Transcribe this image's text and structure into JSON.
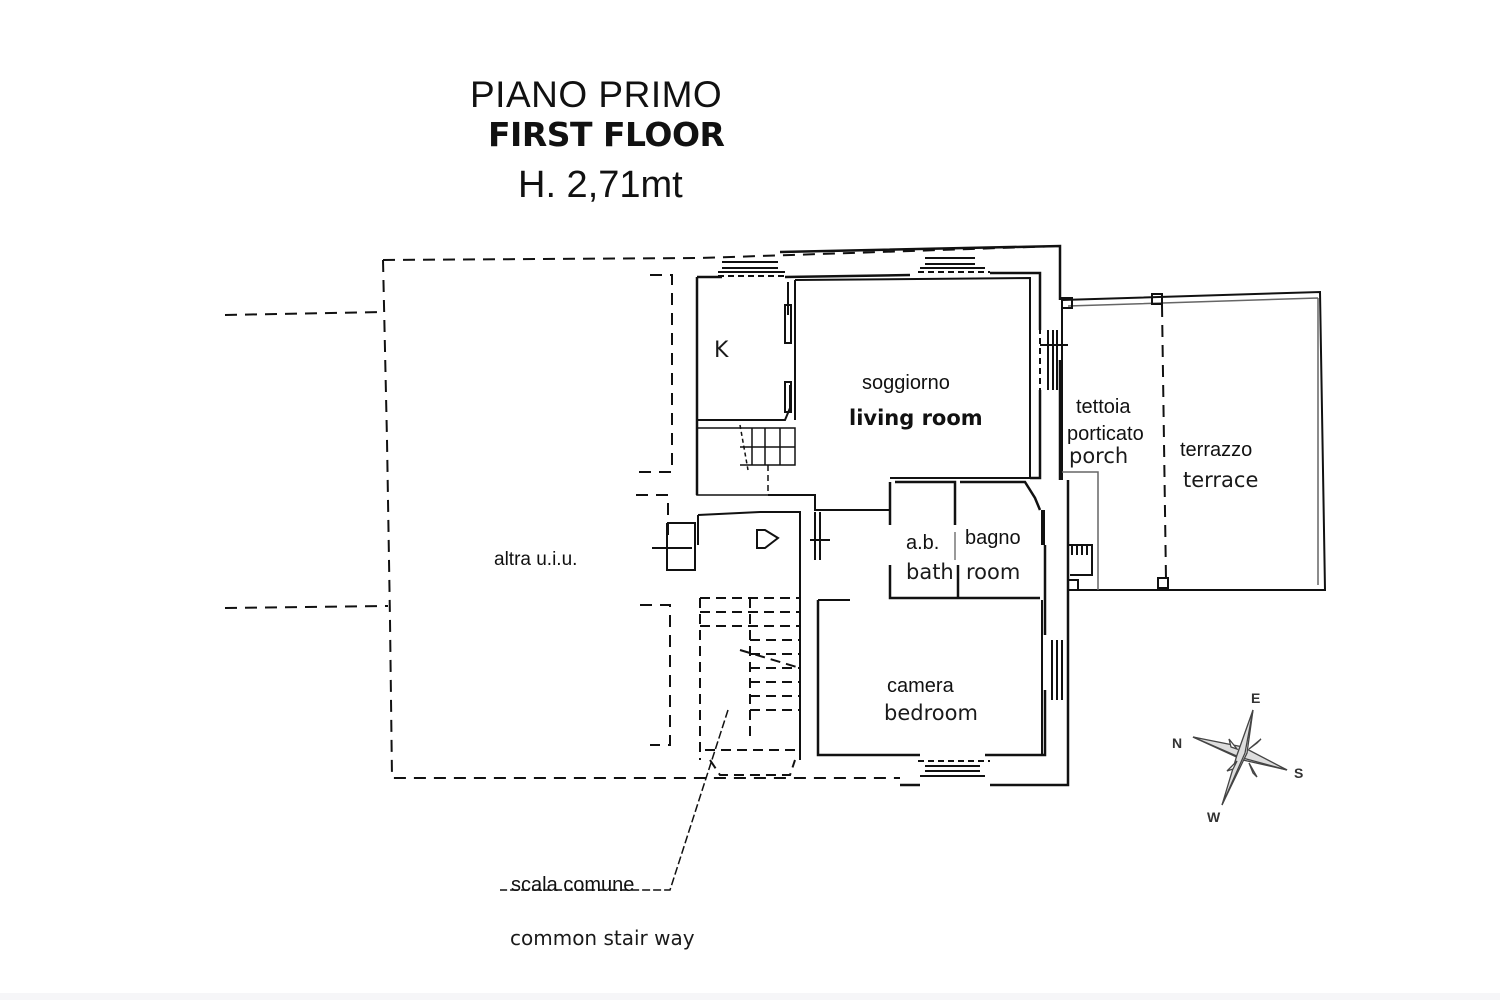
{
  "header": {
    "title_italian": "PIANO PRIMO",
    "title_english": "FIRST FLOOR",
    "ceiling_height": "H. 2,71mt"
  },
  "rooms": {
    "kitchen": {
      "label": "K"
    },
    "living": {
      "label_it": "soggiorno",
      "label_en": "living room"
    },
    "porch": {
      "label_it_1": "tettoia",
      "label_it_2": "porticato",
      "label_en": "porch"
    },
    "terrace": {
      "label_it": "terrazzo",
      "label_en": "terrace"
    },
    "bath_ab": {
      "label_it": "a.b.",
      "label_en": "bath"
    },
    "bagno": {
      "label_it": "bagno",
      "label_en": "room"
    },
    "bedroom": {
      "label_it": "camera",
      "label_en": "bedroom"
    },
    "other_unit": {
      "label": "altra u.i.u."
    }
  },
  "annotations": {
    "stair_it": "scala comune",
    "stair_en": "common stair way"
  },
  "compass": {
    "north": "N",
    "east": "E",
    "south": "S",
    "west": "W"
  },
  "colors": {
    "line": "#111111",
    "line_light": "#555555",
    "background": "#ffffff",
    "bottom_strip": "#f6f6f8"
  }
}
